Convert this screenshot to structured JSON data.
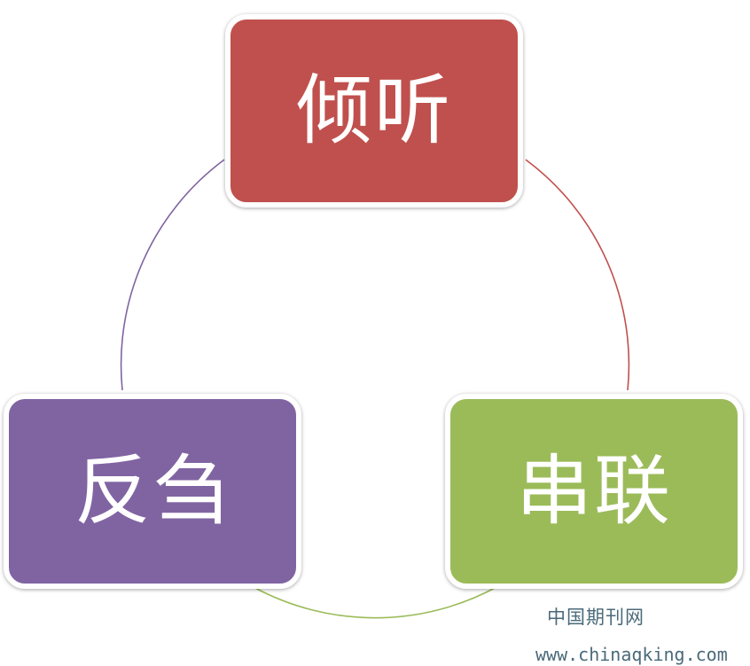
{
  "diagram": {
    "nodes": [
      {
        "id": "top",
        "label": "倾听",
        "color": "#C0504D"
      },
      {
        "id": "right",
        "label": "串联",
        "color": "#9BBB59"
      },
      {
        "id": "left",
        "label": "反刍",
        "color": "#8064A2"
      }
    ],
    "arcs": [
      {
        "from": "top",
        "to": "right",
        "color": "#C0504D"
      },
      {
        "from": "right",
        "to": "left",
        "color": "#9BBB59"
      },
      {
        "from": "left",
        "to": "top",
        "color": "#8064A2"
      }
    ]
  },
  "watermark": {
    "site_name": "中国期刊网",
    "url": "www.chinaqking.com"
  }
}
